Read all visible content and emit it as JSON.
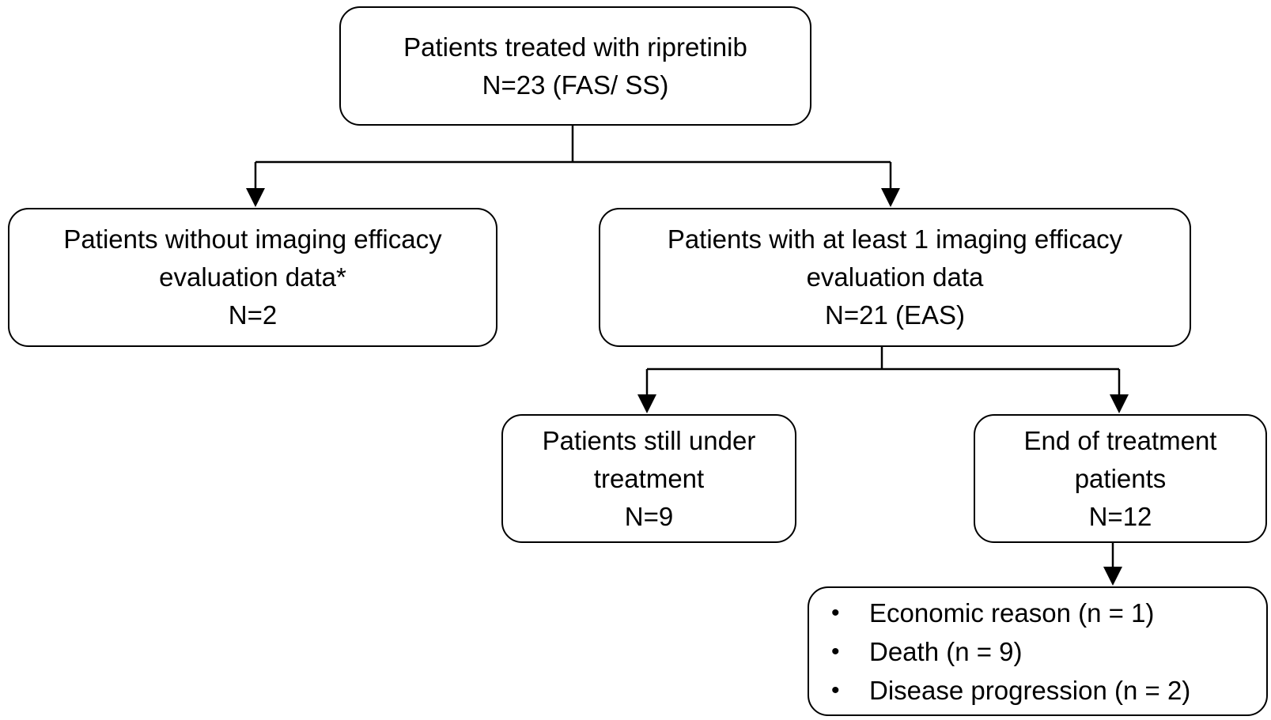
{
  "boxes": {
    "total": {
      "title": "Patients treated with ripretinib",
      "count": "N=23 (FAS/ SS)"
    },
    "without_imaging": {
      "line1": "Patients without imaging efficacy",
      "line2": "evaluation data*",
      "count": "N=2"
    },
    "with_imaging": {
      "line1": "Patients with at least 1 imaging efficacy",
      "line2": "evaluation data",
      "count": "N=21 (EAS)"
    },
    "under_treatment": {
      "line1": "Patients still under",
      "line2": "treatment",
      "count": "N=9"
    },
    "end_of_treatment": {
      "line1": "End of treatment",
      "line2": "patients",
      "count": "N=12"
    },
    "reasons": {
      "bullet": "•",
      "items": [
        "Economic reason (n = 1)",
        "Death (n = 9)",
        "Disease progression (n = 2)"
      ]
    }
  }
}
